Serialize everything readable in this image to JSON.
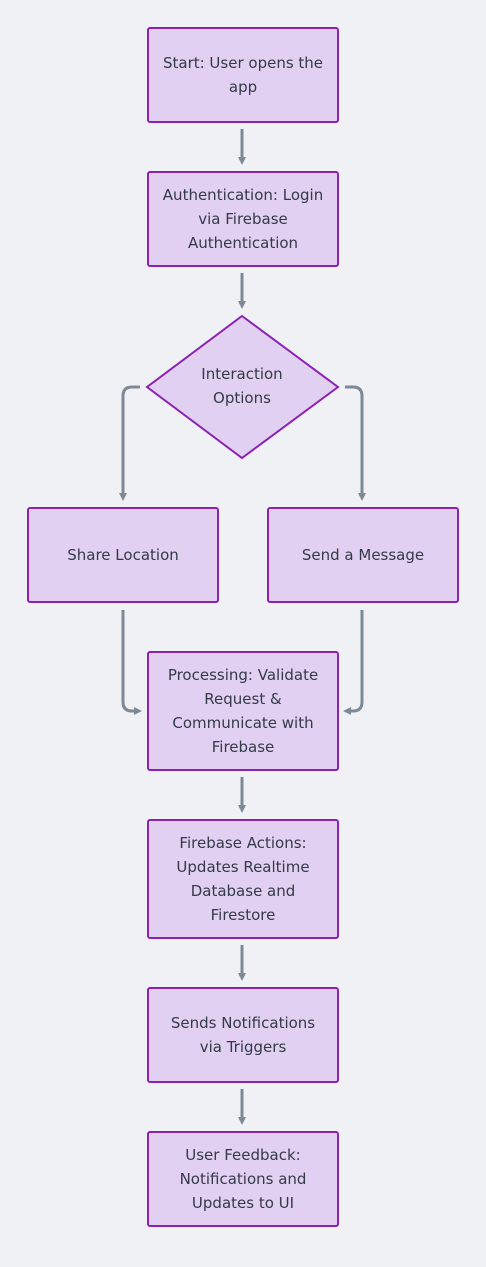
{
  "diagram": {
    "nodes": {
      "start": "Start: User opens the app",
      "auth": "Authentication: Login via Firebase Authentication",
      "decision": "Interaction Options",
      "share": "Share Location",
      "message": "Send a Message",
      "processing": "Processing: Validate Request & Communicate with Firebase",
      "firebase": "Firebase Actions: Updates Realtime Database and Firestore",
      "notify": "Sends Notifications via Triggers",
      "feedback": "User Feedback: Notifications and Updates to UI"
    },
    "edges": [
      [
        "start",
        "auth"
      ],
      [
        "auth",
        "decision"
      ],
      [
        "decision",
        "share"
      ],
      [
        "decision",
        "message"
      ],
      [
        "share",
        "processing"
      ],
      [
        "message",
        "processing"
      ],
      [
        "processing",
        "firebase"
      ],
      [
        "firebase",
        "notify"
      ],
      [
        "notify",
        "feedback"
      ]
    ]
  },
  "colors": {
    "node_fill": "#e2d0f2",
    "node_border": "#8b22b2",
    "edge": "#7d8a96",
    "text": "#333a48",
    "background": "#eff1f4"
  }
}
